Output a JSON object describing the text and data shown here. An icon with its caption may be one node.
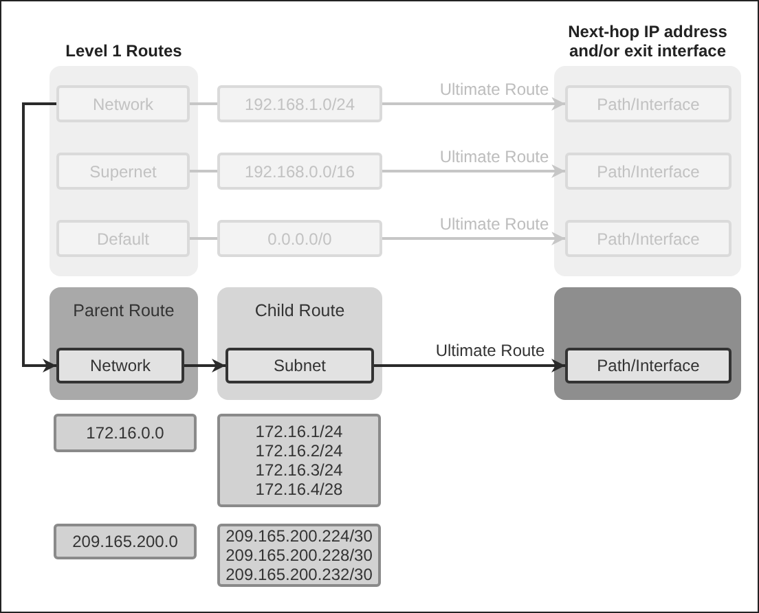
{
  "diagram": {
    "nodes": [
      {
        "text": [
          "Level 1 Routes"
        ]
      },
      {
        "text": [
          "Network"
        ],
        "in": 0
      },
      {
        "text": [
          "Supernet"
        ],
        "in": 0
      },
      {
        "text": [
          "Default"
        ],
        "in": 0
      },
      {
        "text": [
          "192.168.1.0/24"
        ]
      },
      {
        "text": [
          "192.168.0.0/16"
        ]
      },
      {
        "text": [
          "0.0.0.0/0"
        ]
      },
      {
        "text": [
          "Next-hop IP address and/or exit interface"
        ]
      },
      {
        "text": [
          "Path/Interface"
        ],
        "in": 7
      },
      {
        "text": [
          "Path/Interface"
        ],
        "in": 7
      },
      {
        "text": [
          "Path/Interface"
        ],
        "in": 7
      },
      {
        "text": [
          "Parent Route"
        ]
      },
      {
        "text": [
          "Network"
        ],
        "in": 11
      },
      {
        "text": [
          "Child Route"
        ]
      },
      {
        "text": [
          "Subnet"
        ],
        "in": 13
      },
      {
        "text": [],
        "shape": "box"
      },
      {
        "text": [
          "Path/Interface"
        ],
        "in": 15
      },
      {
        "text": [
          "172.16.0.0"
        ]
      },
      {
        "text": [
          "172.16.1/24",
          "172.16.2/24",
          "172.16.3/24",
          "172.16.4/28"
        ]
      },
      {
        "text": [
          "209.165.200.0"
        ]
      },
      {
        "text": [
          "209.165.200.224/30",
          "209.165.200.228/30",
          "209.165.200.232/30"
        ]
      }
    ],
    "edges": [
      {
        "from": 1,
        "to": 4,
        "arrow": "none"
      },
      {
        "from": 4,
        "to": 8,
        "arrow": "to",
        "label": "Ultimate Route"
      },
      {
        "from": 2,
        "to": 5,
        "arrow": "none"
      },
      {
        "from": 5,
        "to": 9,
        "arrow": "to",
        "label": "Ultimate Route"
      },
      {
        "from": 3,
        "to": 6,
        "arrow": "none"
      },
      {
        "from": 6,
        "to": 10,
        "arrow": "to",
        "label": "Ultimate Route"
      },
      {
        "from": 1,
        "to": 12,
        "arrow": "to",
        "color": "#2a2a2a"
      },
      {
        "from": 12,
        "to": 14,
        "arrow": "to",
        "color": "#2a2a2a"
      },
      {
        "from": 14,
        "to": 16,
        "arrow": "to",
        "label": "Ultimate Route",
        "color": "#2a2a2a"
      }
    ]
  }
}
